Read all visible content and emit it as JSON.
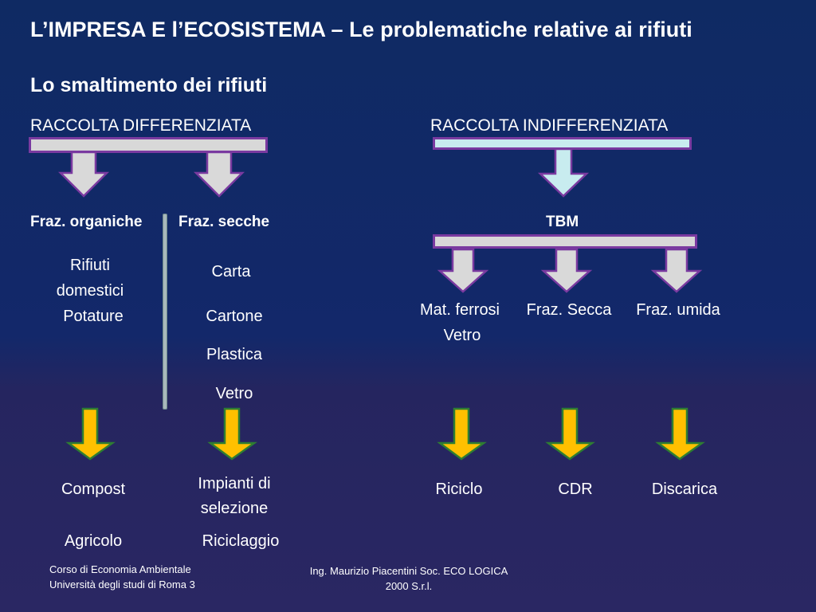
{
  "title": "L’IMPRESA E l’ECOSISTEMA – Le problematiche relative ai rifiuti",
  "subtitle": "Lo smaltimento dei rifiuti",
  "left": {
    "heading": "RACCOLTA DIFFERENZIATA",
    "col1": {
      "label": "Fraz. organiche",
      "items": [
        "Rifiuti",
        "domestici",
        "Potature"
      ],
      "outcome": "Compost",
      "outcome2": "Agricolo"
    },
    "col2": {
      "label": "Fraz. secche",
      "items": [
        "Carta",
        "Cartone",
        "Plastica",
        "Vetro"
      ],
      "outcome_line1": "Impianti di",
      "outcome_line2": "selezione",
      "outcome2": "Riciclaggio"
    }
  },
  "right": {
    "heading": "RACCOLTA INDIFFERENZIATA",
    "tbm": "TBM",
    "col1": {
      "label_line1": "Mat. ferrosi",
      "label_line2": "Vetro",
      "outcome": "Riciclo"
    },
    "col2": {
      "label": "Fraz. Secca",
      "outcome": "CDR"
    },
    "col3": {
      "label": "Fraz. umida",
      "outcome": "Discarica"
    }
  },
  "footer": {
    "left_line1": "Corso di Economia Ambientale",
    "left_line2": "Università degli studi di Roma 3",
    "right_line1": "Ing. Maurizio Piacentini Soc. ECO LOGICA",
    "right_line2": "2000 S.r.l."
  },
  "colors": {
    "grey_arrow": "#d9d9d9",
    "arrow_border": "#7a3aa0",
    "light_blue_arrow": "#c8ecef",
    "yellow_arrow": "#ffc000",
    "yellow_arrow_border": "#2e7d32"
  }
}
